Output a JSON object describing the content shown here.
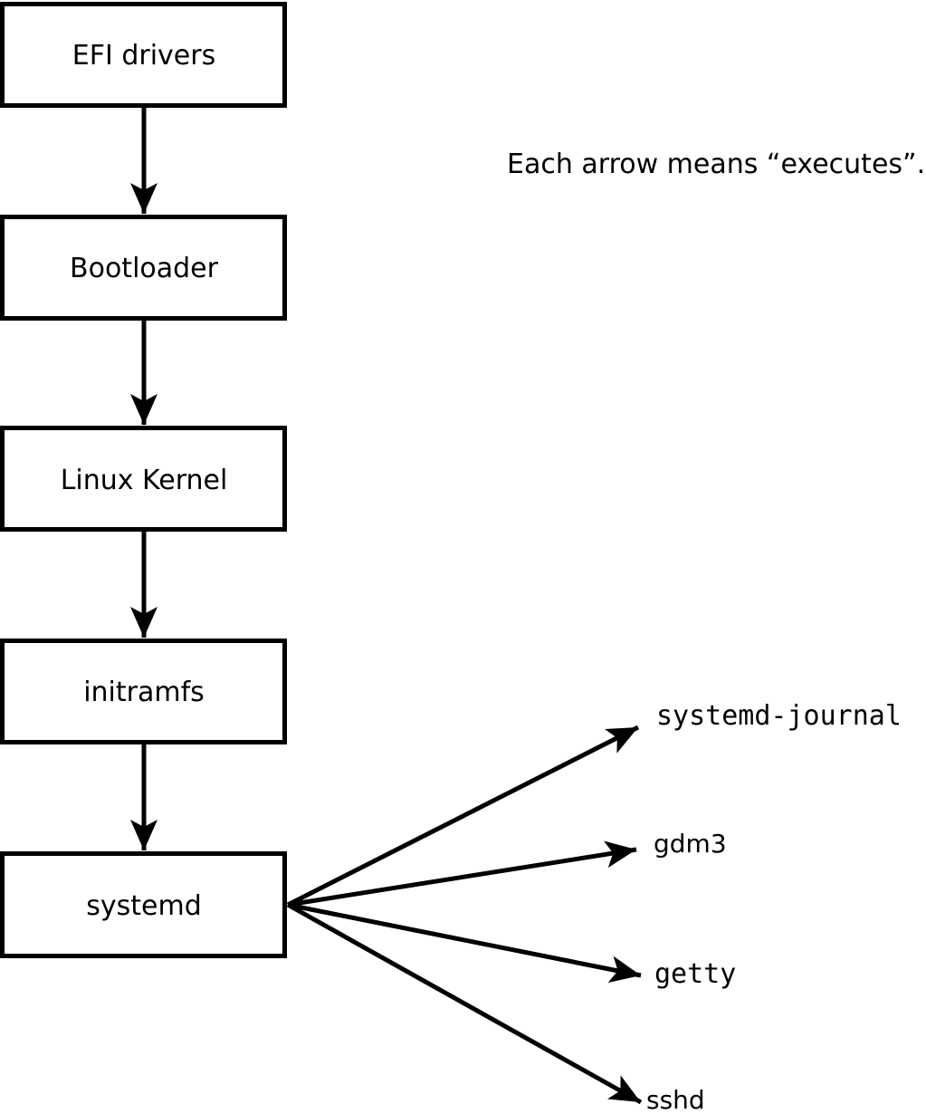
{
  "annotation": {
    "text": "Each arrow means “executes”."
  },
  "chain": {
    "nodes": [
      {
        "label": "EFI drivers"
      },
      {
        "label": "Bootloader"
      },
      {
        "label": "Linux Kernel"
      },
      {
        "label": "initramfs"
      },
      {
        "label": "systemd"
      }
    ]
  },
  "processes": {
    "items": [
      {
        "label": "systemd-journal"
      },
      {
        "label": "gdm3"
      },
      {
        "label": "getty"
      },
      {
        "label": "sshd"
      }
    ]
  },
  "colors": {
    "line": "#000000",
    "box_fill": "#ffffff",
    "background": "#ffffff"
  }
}
